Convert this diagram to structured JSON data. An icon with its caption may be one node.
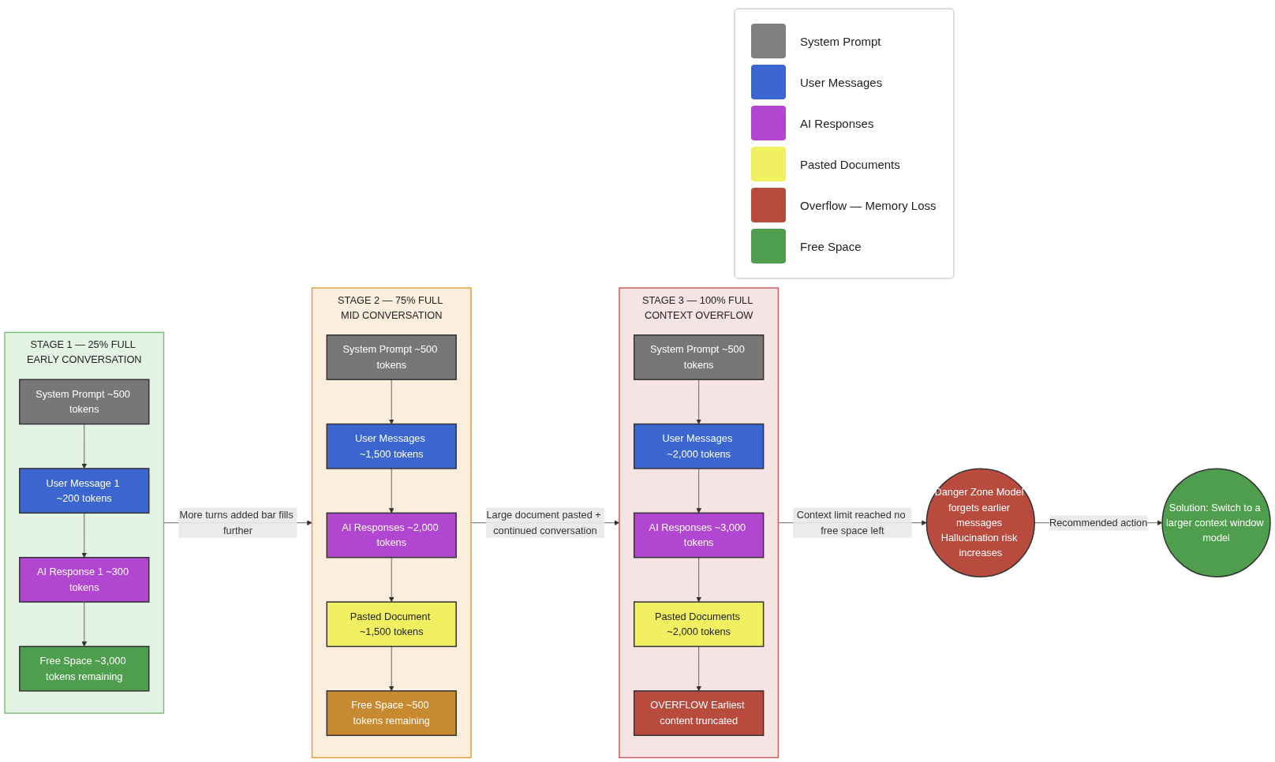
{
  "diagram": {
    "nodes": [
      {
        "text": [
          "STAGE 1 — 25% FULL EARLY CONVERSATION"
        ]
      },
      {
        "text": [
          "System Prompt ~500 tokens"
        ],
        "in": 0
      },
      {
        "text": [
          "User Message 1 ~200 tokens"
        ],
        "in": 0
      },
      {
        "text": [
          "AI Response 1 ~300 tokens"
        ],
        "in": 0
      },
      {
        "text": [
          "Free Space ~3,000 tokens remaining"
        ],
        "in": 0
      },
      {
        "text": [
          "STAGE 2 — 75% FULL MID CONVERSATION"
        ]
      },
      {
        "text": [
          "System Prompt ~500 tokens"
        ],
        "in": 5
      },
      {
        "text": [
          "User Messages ~1,500 tokens"
        ],
        "in": 5
      },
      {
        "text": [
          "AI Responses ~2,000 tokens"
        ],
        "in": 5
      },
      {
        "text": [
          "Pasted Document ~1,500 tokens"
        ],
        "in": 5
      },
      {
        "text": [
          "Free Space ~500 tokens remaining"
        ],
        "in": 5
      },
      {
        "text": [
          "STAGE 3 — 100% FULL CONTEXT OVERFLOW"
        ]
      },
      {
        "text": [
          "System Prompt ~500 tokens"
        ],
        "in": 11
      },
      {
        "text": [
          "User Messages ~2,000 tokens"
        ],
        "in": 11
      },
      {
        "text": [
          "AI Responses ~3,000 tokens"
        ],
        "in": 11
      },
      {
        "text": [
          "Pasted Documents ~2,000 tokens"
        ],
        "in": 11
      },
      {
        "text": [
          "OVERFLOW Earliest content truncated"
        ],
        "in": 11
      },
      {
        "text": [
          "Danger Zone Model forgets earlier messages Hallucination risk increases"
        ]
      },
      {
        "text": [
          "Solution: Switch to a larger context window model"
        ]
      }
    ],
    "edges": [
      {
        "from": 1,
        "to": 2,
        "arrow": "to"
      },
      {
        "from": 2,
        "to": 3,
        "arrow": "to"
      },
      {
        "from": 3,
        "to": 4,
        "arrow": "to"
      },
      {
        "from": 6,
        "to": 7,
        "arrow": "to"
      },
      {
        "from": 7,
        "to": 8,
        "arrow": "to"
      },
      {
        "from": 8,
        "to": 9,
        "arrow": "to"
      },
      {
        "from": 9,
        "to": 10,
        "arrow": "to"
      },
      {
        "from": 12,
        "to": 13,
        "arrow": "to"
      },
      {
        "from": 13,
        "to": 14,
        "arrow": "to"
      },
      {
        "from": 14,
        "to": 15,
        "arrow": "to"
      },
      {
        "from": 15,
        "to": 16,
        "arrow": "to"
      },
      {
        "from": 0,
        "to": 5,
        "label": "More turns added bar fills further",
        "arrow": "to"
      },
      {
        "from": 5,
        "to": 11,
        "label": "Large document pasted + continued conversation",
        "arrow": "to"
      },
      {
        "from": 11,
        "to": 17,
        "label": "Context limit reached no free space left",
        "arrow": "to"
      },
      {
        "from": 17,
        "to": 18,
        "label": "Recommended action",
        "arrow": "to"
      }
    ],
    "legend": [
      {
        "text": "System Prompt",
        "color": "#808080"
      },
      {
        "text": "User Messages",
        "color": "#3b66d0"
      },
      {
        "text": "AI Responses",
        "color": "#b146d0"
      },
      {
        "text": "Pasted Documents",
        "color": "#f0f060"
      },
      {
        "text": "Overflow — Memory Loss",
        "color": "#b94a3e"
      },
      {
        "text": "Free Space",
        "color": "#4e9e4e"
      }
    ]
  }
}
